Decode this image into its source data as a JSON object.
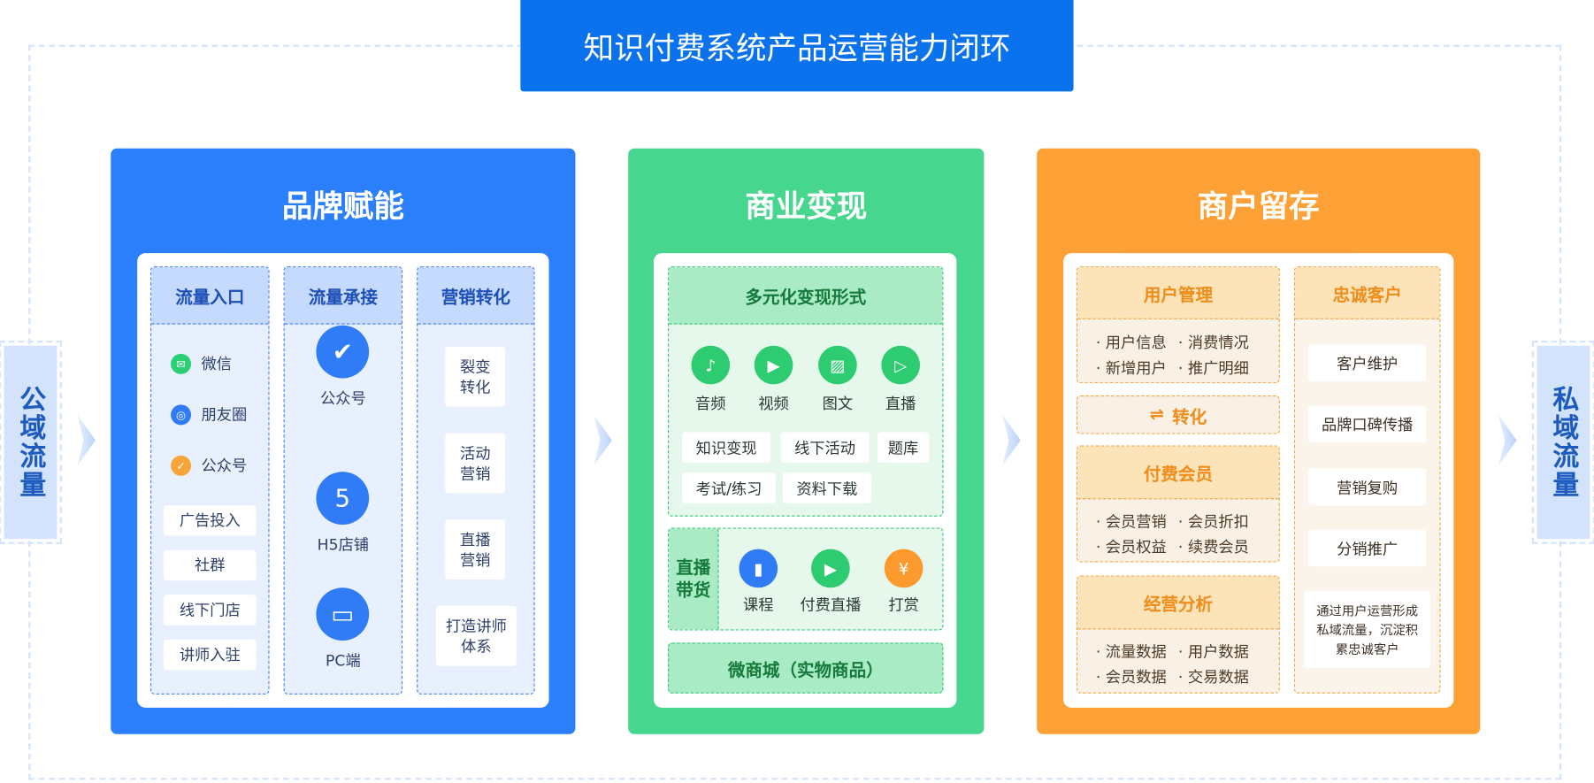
{
  "title": "知识付费系统产品运营能力闭环",
  "left_label": "公域流量",
  "right_label": "私域流量",
  "brand": {
    "title": "品牌赋能",
    "col1": {
      "header": "流量入口",
      "channels": [
        {
          "icon": "wechat-icon",
          "label": "微信"
        },
        {
          "icon": "moments-icon",
          "label": "朋友圈"
        },
        {
          "icon": "official-account-icon",
          "label": "公众号"
        }
      ],
      "boxes": [
        "广告投入",
        "社群",
        "线下门店",
        "讲师入驻"
      ]
    },
    "col2": {
      "header": "流量承接",
      "items": [
        {
          "icon": "verified-badge-icon",
          "label": "公众号"
        },
        {
          "icon": "html5-icon",
          "label": "H5店铺"
        },
        {
          "icon": "monitor-icon",
          "label": "PC端"
        }
      ]
    },
    "col3": {
      "header": "营销转化",
      "boxes": [
        "裂变\n转化",
        "活动\n营销",
        "直播\n营销",
        "打造讲师\n体系"
      ]
    }
  },
  "commerce": {
    "title": "商业变现",
    "forms": {
      "header": "多元化变现形式",
      "icons": [
        {
          "icon": "audio-icon",
          "label": "音频"
        },
        {
          "icon": "video-icon",
          "label": "视频"
        },
        {
          "icon": "image-text-icon",
          "label": "图文"
        },
        {
          "icon": "live-icon",
          "label": "直播"
        }
      ],
      "tags": [
        "知识变现",
        "线下活动",
        "题库",
        "考试/练习",
        "资料下载"
      ]
    },
    "live": {
      "header": "直播\n带货",
      "icons": [
        {
          "icon": "course-icon",
          "label": "课程"
        },
        {
          "icon": "paid-live-icon",
          "label": "付费直播"
        },
        {
          "icon": "tip-icon",
          "label": "打赏"
        }
      ]
    },
    "mall": "微商城（实物商品）"
  },
  "retention": {
    "title": "商户留存",
    "user_mgmt": {
      "header": "用户管理",
      "items": [
        "用户信息",
        "消费情况",
        "新增用户",
        "推广明细"
      ]
    },
    "convert": "转化",
    "member": {
      "header": "付费会员",
      "items": [
        "会员营销",
        "会员折扣",
        "会员权益",
        "续费会员"
      ]
    },
    "analysis": {
      "header": "经营分析",
      "items": [
        "流量数据",
        "用户数据",
        "会员数据",
        "交易数据"
      ]
    },
    "loyal": {
      "header": "忠诚客户",
      "boxes": [
        "客户维护",
        "品牌口碑传播",
        "营销复购",
        "分销推广"
      ],
      "note": "通过用户运营形成私域流量，沉淀积累忠诚客户"
    }
  },
  "colors": {
    "blue": "#2c7ffb",
    "green": "#46d68e",
    "orange": "#fda035",
    "title": "#0a72ec"
  }
}
